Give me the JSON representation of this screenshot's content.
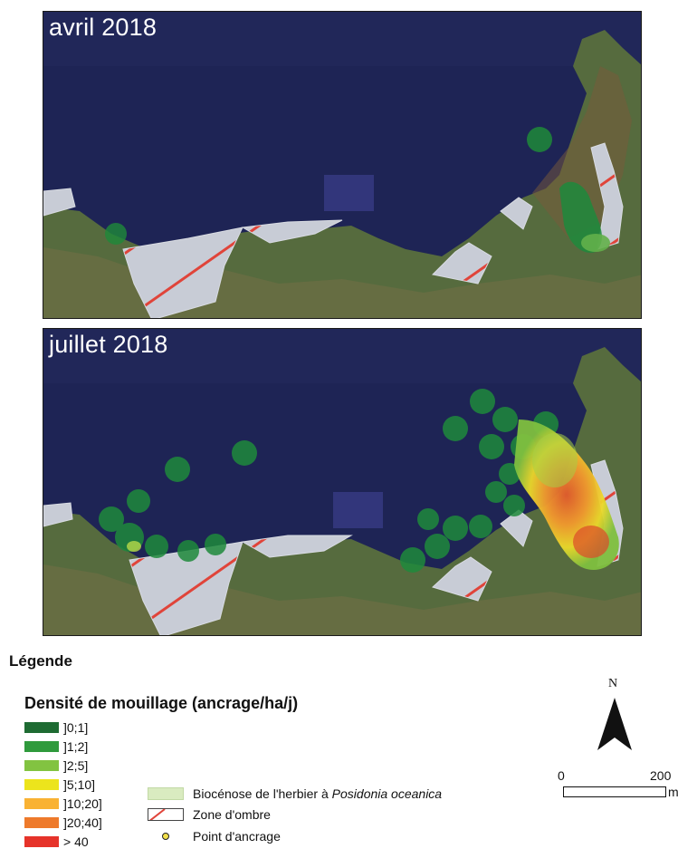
{
  "panels": [
    {
      "label": "avril 2018"
    },
    {
      "label": "juillet 2018"
    }
  ],
  "legend": {
    "title": "Légende",
    "density_title": "Densité de mouillage (ancrage/ha/j)",
    "classes": [
      {
        "label": "]0;1]",
        "color": "#1e6b32"
      },
      {
        "label": "]1;2]",
        "color": "#2f9a3c"
      },
      {
        "label": "]2;5]",
        "color": "#82c341"
      },
      {
        "label": "]5;10]",
        "color": "#ece41c"
      },
      {
        "label": "]10;20]",
        "color": "#f9b233"
      },
      {
        "label": "]20;40]",
        "color": "#ee7a2b"
      },
      {
        "label": "> 40",
        "color": "#e6332a"
      }
    ],
    "symbols": {
      "posidonia_prefix": "Biocénose de l'herbier à ",
      "posidonia_species": "Posidonia oceanica",
      "shadow": "Zone d'ombre",
      "anchor": "Point d'ancrage",
      "posidonia_color": "#d9ebc0"
    }
  },
  "north": {
    "letter": "N"
  },
  "scale": {
    "zero": "0",
    "max": "200",
    "unit": "m"
  }
}
